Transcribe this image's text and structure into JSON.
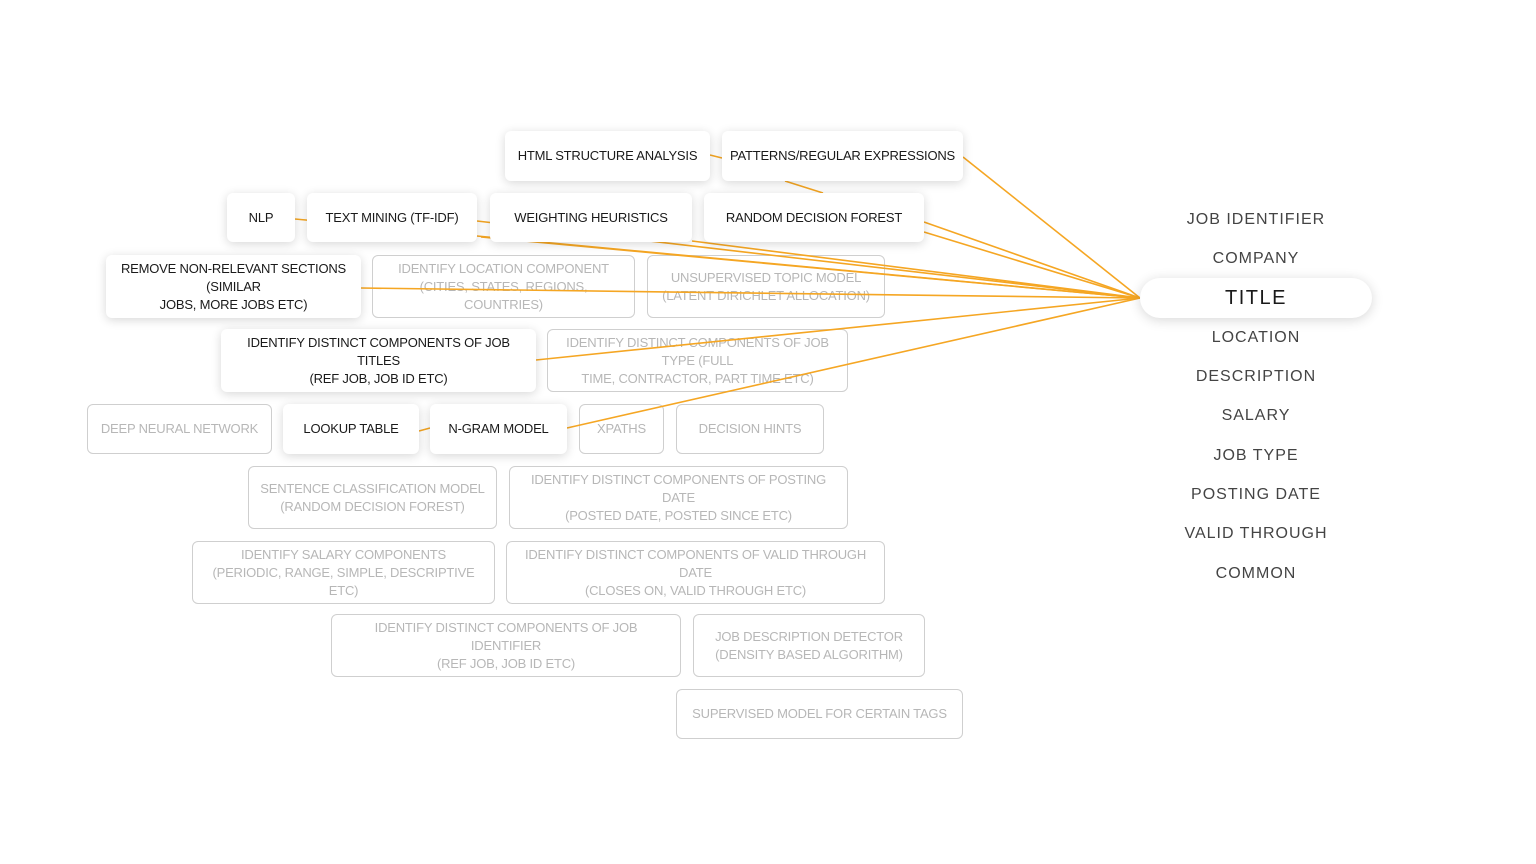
{
  "accent_color": "#f5a623",
  "selected_field": "field-title",
  "methods": {
    "html_structure": "HTML STRUCTURE ANALYSIS",
    "patterns": "PATTERNS/REGULAR EXPRESSIONS",
    "nlp": "NLP",
    "text_mining": "TEXT MINING (TF-IDF)",
    "weighting": "WEIGHTING HEURISTICS",
    "random_forest": "RANDOM DECISION FOREST",
    "remove_sections": "REMOVE NON-RELEVANT SECTIONS (SIMILAR\nJOBS, MORE JOBS ETC)",
    "identify_location": "IDENTIFY LOCATION COMPONENT\n(CITIES, STATES, REGIONS, COUNTRIES)",
    "topic_model": "UNSUPERVISED TOPIC MODEL\n(LATENT DIRICHLET ALLOCATION)",
    "job_titles": "IDENTIFY DISTINCT COMPONENTS OF JOB TITLES\n(REF JOB, JOB ID ETC)",
    "job_type": "IDENTIFY DISTINCT COMPONENTS OF JOB TYPE (FULL\nTIME, CONTRACTOR, PART TIME ETC)",
    "deep_nn": "DEEP NEURAL NETWORK",
    "lookup_table": "LOOKUP TABLE",
    "ngram": "N-GRAM MODEL",
    "xpaths": "XPATHS",
    "decision_hints": "DECISION HINTS",
    "sentence_class": "SENTENCE CLASSIFICATION MODEL\n(RANDOM DECISION FOREST)",
    "posting_date": "IDENTIFY DISTINCT COMPONENTS OF POSTING DATE\n(POSTED DATE, POSTED SINCE ETC)",
    "salary_components": "IDENTIFY SALARY COMPONENTS\n(PERIODIC, RANGE, SIMPLE, DESCRIPTIVE ETC)",
    "valid_through": "IDENTIFY DISTINCT COMPONENTS OF VALID THROUGH DATE\n(CLOSES ON, VALID THROUGH ETC)",
    "job_identifier": "IDENTIFY DISTINCT COMPONENTS OF JOB IDENTIFIER\n(REF JOB, JOB ID ETC)",
    "job_desc_detector": "JOB DESCRIPTION DETECTOR\n(DENSITY BASED ALGORITHM)",
    "supervised": "SUPERVISED MODEL FOR CERTAIN TAGS"
  },
  "fields": [
    "JOB IDENTIFIER",
    "COMPANY",
    "TITLE",
    "LOCATION",
    "DESCRIPTION",
    "SALARY",
    "JOB TYPE",
    "POSTING DATE",
    "VALID THROUGH",
    "COMMON"
  ]
}
